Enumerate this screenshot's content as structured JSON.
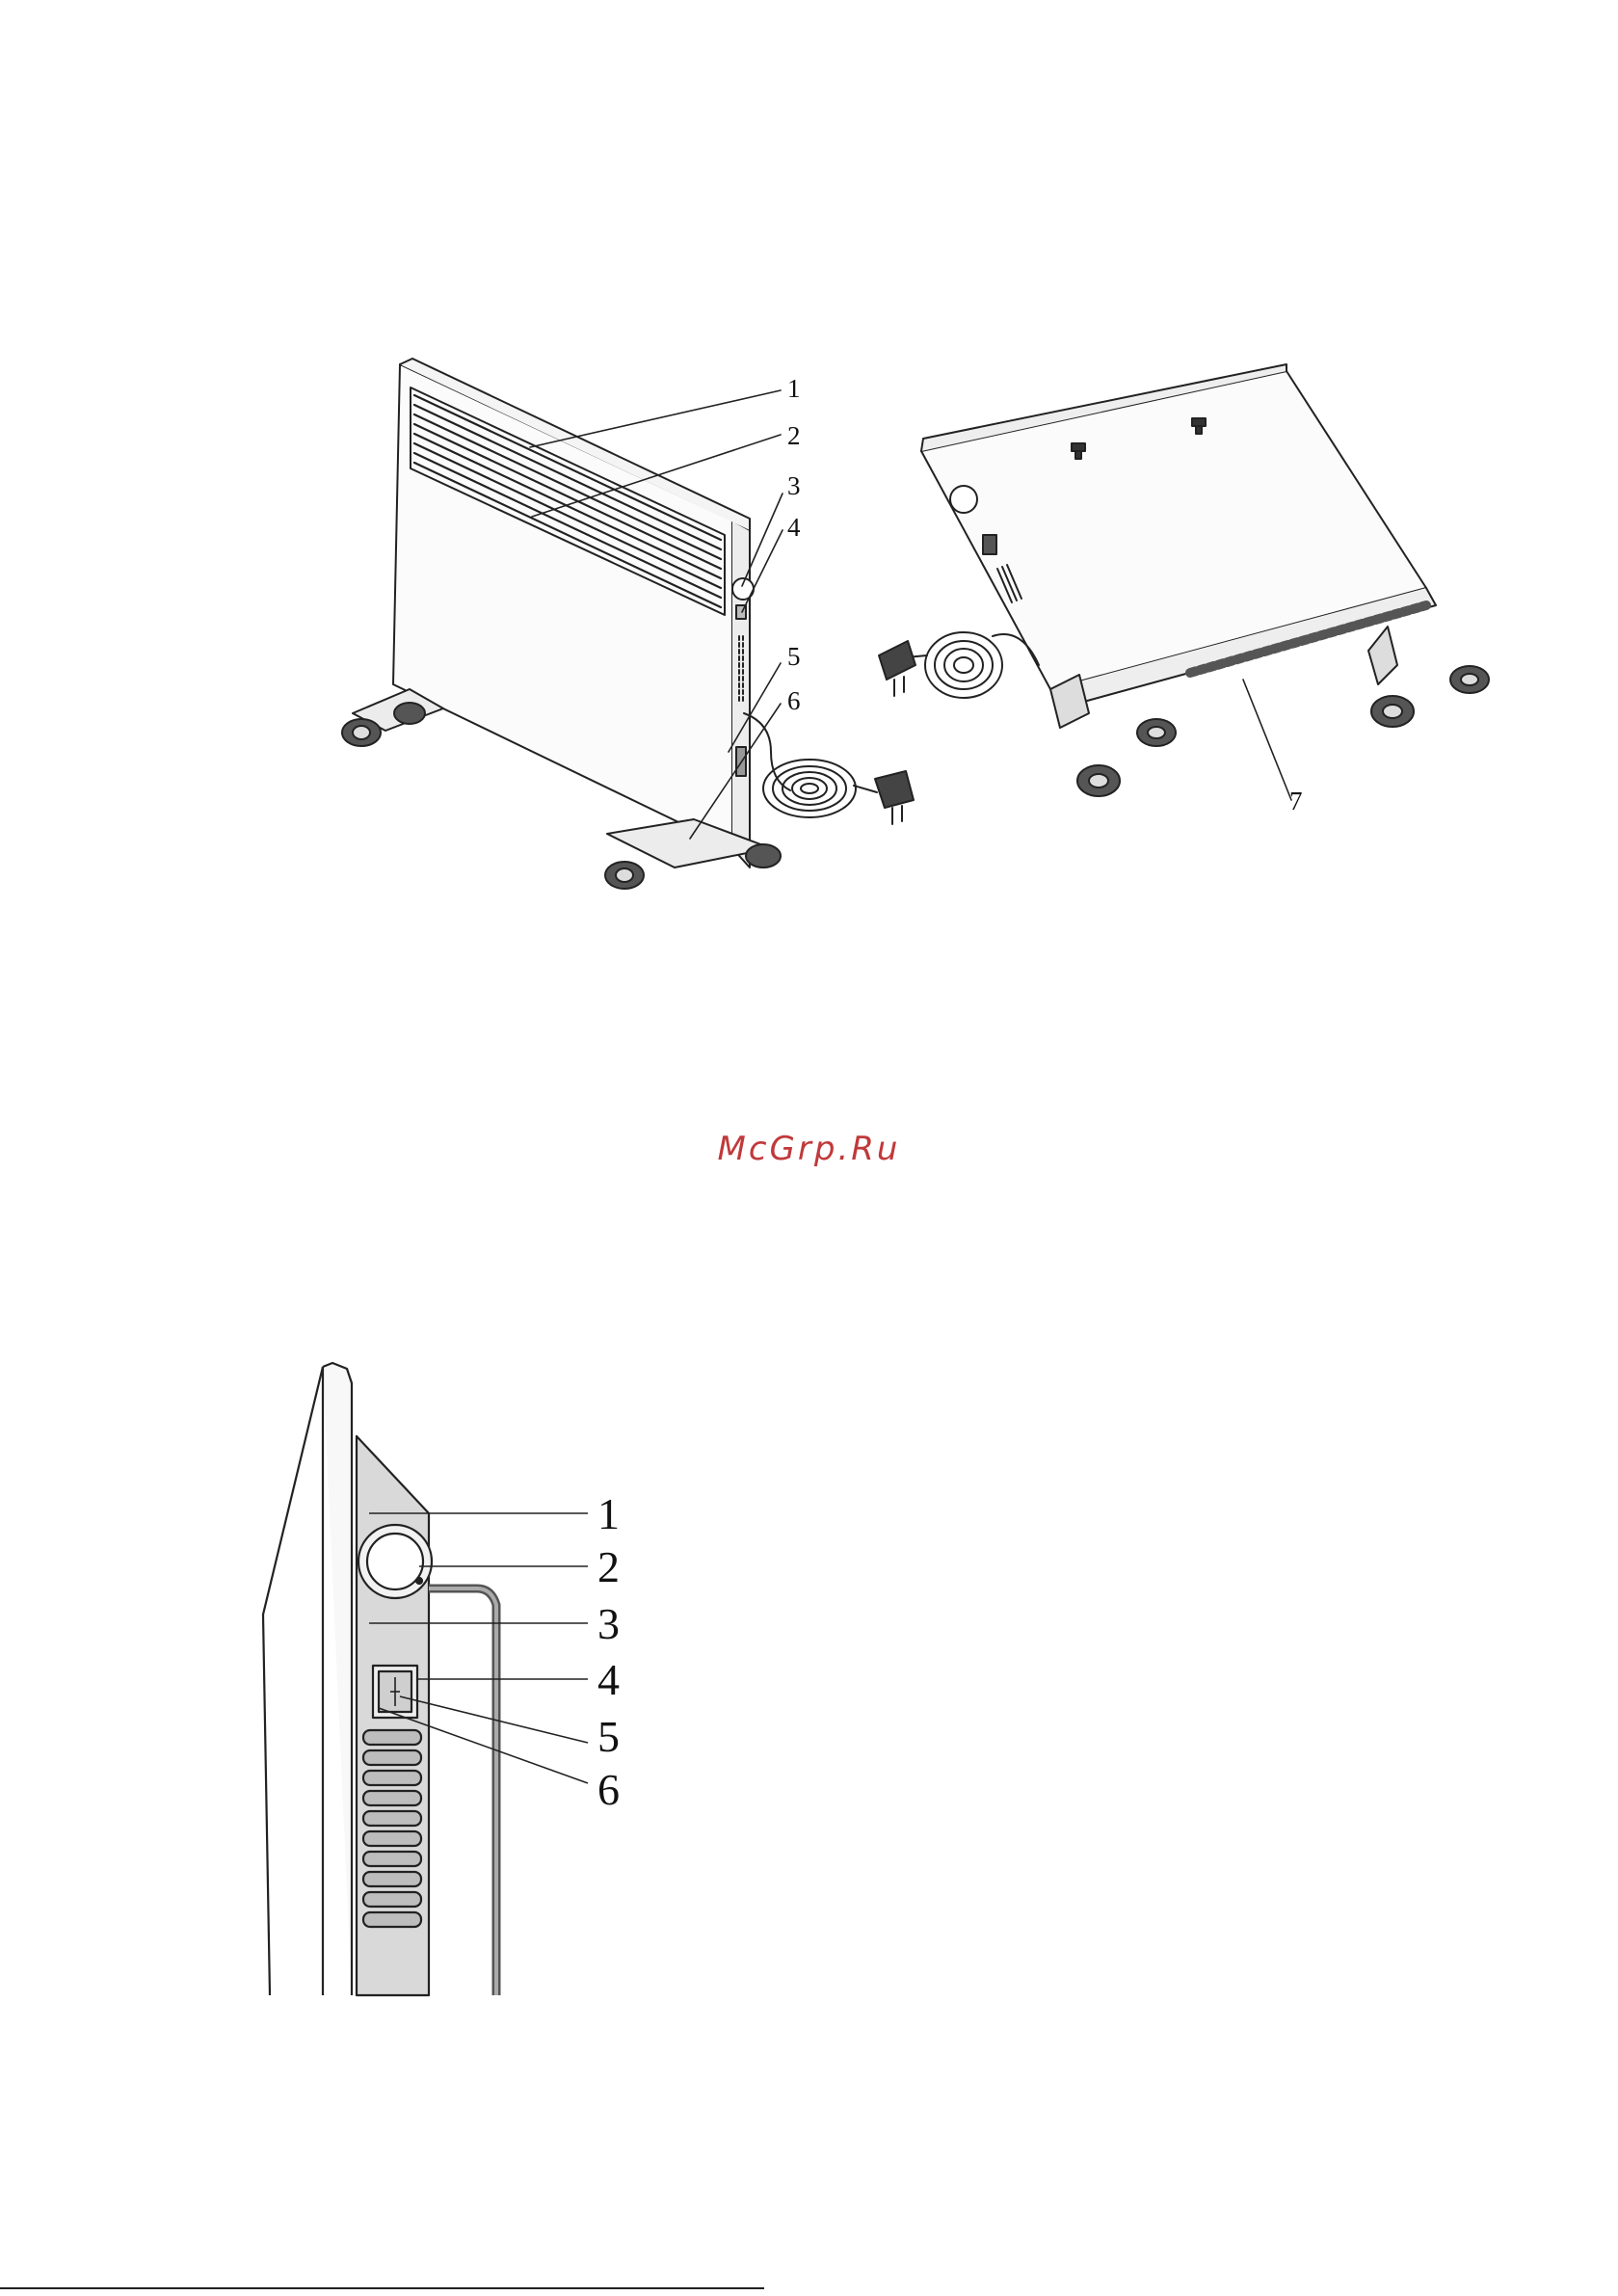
{
  "watermark": {
    "text": "McGrp.Ru",
    "color": "#c0393b"
  },
  "figure_front_back": {
    "callouts": [
      "1",
      "2",
      "3",
      "4",
      "5",
      "6",
      "7"
    ]
  },
  "figure_side_panel": {
    "callouts": [
      "1",
      "2",
      "3",
      "4",
      "5",
      "6"
    ]
  }
}
